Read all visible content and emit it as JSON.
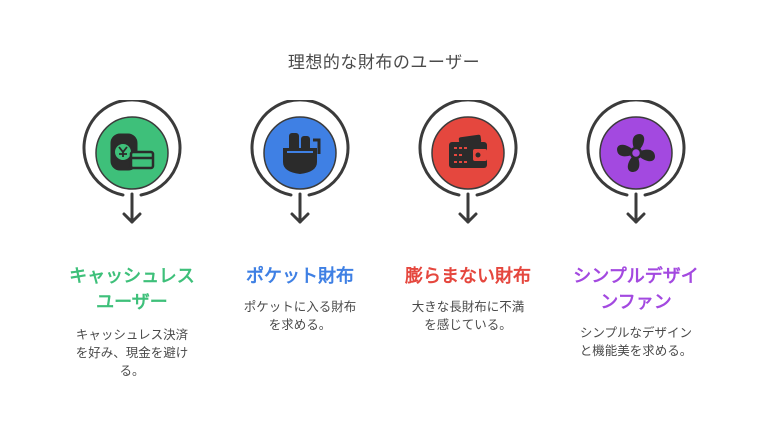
{
  "title": "理想的な財布のユーザー",
  "cards": [
    {
      "heading_lines": [
        "キャッシュレス",
        "ユーザー"
      ],
      "desc_lines": [
        "キャッシュレス決済",
        "を好み、現金を避け",
        "る。"
      ],
      "color": "#3ec07a",
      "icon": "cashless-payment-icon"
    },
    {
      "heading_lines": [
        "ポケット財布"
      ],
      "desc_lines": [
        "ポケットに入る財布",
        "を求める。"
      ],
      "color": "#3f80e4",
      "icon": "pocket-wallet-icon"
    },
    {
      "heading_lines": [
        "膨らまない財布"
      ],
      "desc_lines": [
        "大きな長財布に不満",
        "を感じている。"
      ],
      "color": "#e5473e",
      "icon": "slim-wallet-icon"
    },
    {
      "heading_lines": [
        "シンプルデザイ",
        "ンファン"
      ],
      "desc_lines": [
        "シンプルなデザイン",
        "と機能美を求める。"
      ],
      "color": "#a349e0",
      "icon": "fan-icon"
    }
  ]
}
